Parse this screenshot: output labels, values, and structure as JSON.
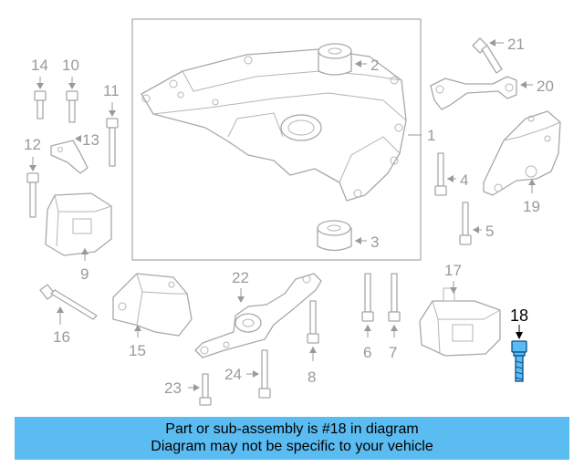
{
  "banner": {
    "line1": "Part or sub-assembly is #18 in diagram",
    "line2": "Diagram may not be specific to your vehicle"
  },
  "callouts": {
    "c1": "1",
    "c2": "2",
    "c3": "3",
    "c4": "4",
    "c5": "5",
    "c6": "6",
    "c7": "7",
    "c8": "8",
    "c9": "9",
    "c10": "10",
    "c11": "11",
    "c12": "12",
    "c13": "13",
    "c14": "14",
    "c15": "15",
    "c16": "16",
    "c17": "17",
    "c18": "18",
    "c19": "19",
    "c20": "20",
    "c21": "21",
    "c22": "22",
    "c23": "23",
    "c24": "24"
  },
  "highlight": {
    "part": "18",
    "color": "#5bbcf2"
  },
  "colors": {
    "banner_bg": "#5bbcf2",
    "line_art": "#a8a8a8",
    "label_text": "#9a9a9a"
  }
}
